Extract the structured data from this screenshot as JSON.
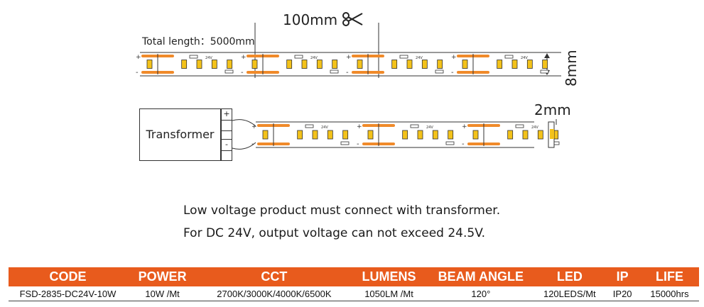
{
  "diagram": {
    "total_length": "Total length：5000mm",
    "cut_length": "100mm",
    "cut_icon": "scissors-icon",
    "height": "8mm",
    "thickness": "2mm",
    "strip_voltage": "24V",
    "plus": "+",
    "minus": "-",
    "transformer": "Transformer"
  },
  "notes": {
    "line1": "Low voltage product must connect with transformer.",
    "line2": "For DC 24V, output voltage can not exceed 24.5V."
  },
  "table": {
    "headers": [
      "CODE",
      "POWER",
      "CCT",
      "LUMENS",
      "BEAM ANGLE",
      "LED",
      "IP",
      "LIFE"
    ],
    "row": [
      "FSD-2835-DC24V-10W",
      "10W /Mt",
      "2700K/3000K/4000K/6500K",
      "1050LM /Mt",
      "120°",
      "120LEDS/Mt",
      "IP20",
      "15000hrs"
    ]
  },
  "colors": {
    "accent": "#e85b1d",
    "led": "#f3c21a",
    "pad": "#f08a2a"
  }
}
